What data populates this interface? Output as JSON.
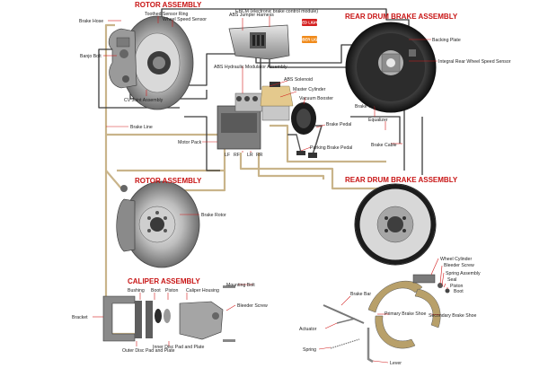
{
  "sections": {
    "rotor_top": "ROTOR ASSEMBLY",
    "rear_drum_top": "REAR DRUM BRAKE ASSEMBLY",
    "rotor_bottom": "ROTOR ASSEMBLY",
    "rear_drum_bottom": "REAR DRUM BRAKE ASSEMBLY",
    "caliper": "CALIPER ASSEMBLY"
  },
  "labels": {
    "brake_hose": "Brake Hose",
    "toothed_sensor_ring": "Toothed Sensor Ring",
    "wheel_speed_sensor": "Wheel Speed Sensor",
    "banjo_bolt": "Banjo Bolt",
    "cv_joint_assembly": "CV Joint Assembly",
    "brake_line": "Brake Line",
    "ebcm": "EBCM (electronic brake control module)",
    "abs_jumper_harness": "ABS Jumper Harness",
    "red_light": "RED LIGHT",
    "amber_light": "AMBER LIGHT",
    "abs_hydraulic_modulator": "ABS Hydraulic Modulator Assembly",
    "abs_solenoid": "ABS Solenoid",
    "master_cylinder": "Master Cylinder",
    "vacuum_booster": "Vacuum Booster",
    "brake_pedal": "Brake Pedal",
    "parking_brake_pedal": "Parking Brake Pedal",
    "motor_pack": "Motor Pack",
    "lf_rr": "LF",
    "rf": "RF",
    "lr": "LR",
    "rr": "RR",
    "backing_plate": "Backing Plate",
    "integral_rear_wheel_speed_sensor": "Integral Rear Wheel Speed Sensor",
    "brake_cable_1": "Brake Cable",
    "equalizer": "Equalizer",
    "brake_cable_2": "Brake Cable",
    "brake_rotor": "Brake Rotor",
    "mounting_bolt": "Mounting Bolt",
    "bushing": "Bushing",
    "boot": "Boot",
    "piston": "Piston",
    "caliper_housing": "Caliper Housing",
    "bleeder_screw_caliper": "Bleeder Screw",
    "bracket": "Bracket",
    "outer_disc_pad": "Outer Disc Pad and Plate",
    "inner_disc_pad": "Inner Disc Pad and Plate",
    "wheel_cylinder": "Wheel Cylinder",
    "bleeder_screw_drum": "Bleeder Screw",
    "spring_assembly": "Spring Assembly",
    "seal": "Seal",
    "piston_drum": "Piston",
    "boot_drum": "Boot",
    "brake_bar": "Brake Bar",
    "primary_brake_shoe": "Primary Brake Shoe",
    "secondary_brake_shoe": "Secondary Brake Shoe",
    "actuator": "Actuator",
    "spring": "Spring",
    "lever": "Lever"
  },
  "colors": {
    "section_title": "#c81414",
    "leader": "#d21c1c",
    "brake_line": "#c9b48a",
    "wire": "#3a3a3a",
    "red_light": "#d42020",
    "amber_light": "#f08a1a"
  }
}
